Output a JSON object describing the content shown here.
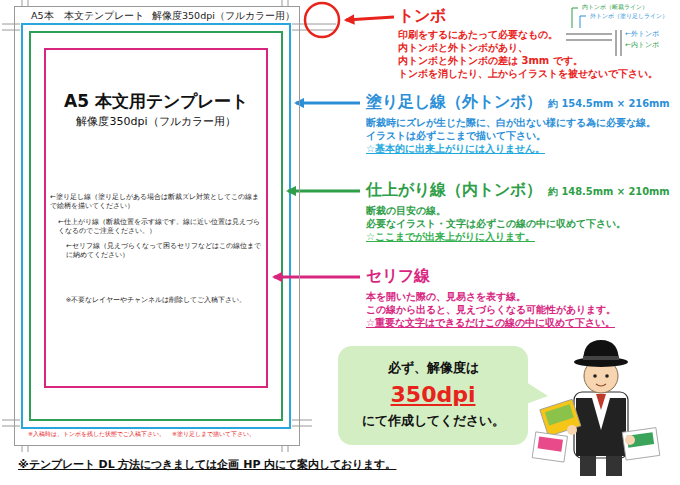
{
  "diagram": {
    "nodes": [
      {
        "text": [
          "A5本　本文テンプレート",
          "解像度350dpi（フルカラー用）",
          "※入稿時は、トンボを残した状態でご入稿下さい。",
          "※塗り足しまで描いて下さい。"
        ]
      },
      {
        "text": [
          "A5 本文用テンプレート",
          "解像度350dpi（フルカラー用）",
          "←塗り足し線（塗り足しがある場合は断裁ズレ対策としてこの線まで絵柄を描いてください）",
          "←仕上がり線（断裁位置を示す線です。線に近い位置は見えづらくなるのでご注意ください。）",
          "←セリフ線（見えづらくなって困るセリフなどはこの線位までに納めてください）",
          "※不要なレイヤーやチャンネルは削除してご入稿下さい。"
        ],
        "in": 0
      },
      {
        "text": [
          "必ず、解像度は",
          "350dpi",
          "にて作成してください。"
        ]
      }
    ],
    "labels": [
      "トンボ",
      "印刷をするにあたって必要なもの。",
      "内トンボと外トンボがあり、",
      "内トンボと外トンボの差は 3mm です。",
      "トンボを消したり、上からイラストを被せないで下さい。",
      "塗り足し線（外トンボ）",
      "約 154.5mm × 216mm",
      "断裁時にズレが生じた際に、白が出ない様にする為に必要な線。",
      "イラストは必ずここまで描いて下さい。",
      "☆基本的に出来上がりには入りません。",
      "仕上がり線（内トンボ）",
      "約 148.5mm × 210mm",
      "断裁の目安の線。",
      "必要なイラスト・文字は必ずこの線の中に収めて下さい。",
      "☆ここまでが出来上がりに入ります。",
      "セリフ線",
      "本を開いた際の、見易さを表す線。",
      "この線から出ると、見えづらくなる可能性があります。",
      "☆重要な文字はできるだけこの線の中に収めて下さい。",
      "内トンボ（断裁ライン）",
      "外トンボ（塗り足しライン）",
      "←外トンボ",
      "←内トンボ",
      "※テンプレート DL 方法につきましては企画 HP 内にて案内しております。"
    ]
  }
}
